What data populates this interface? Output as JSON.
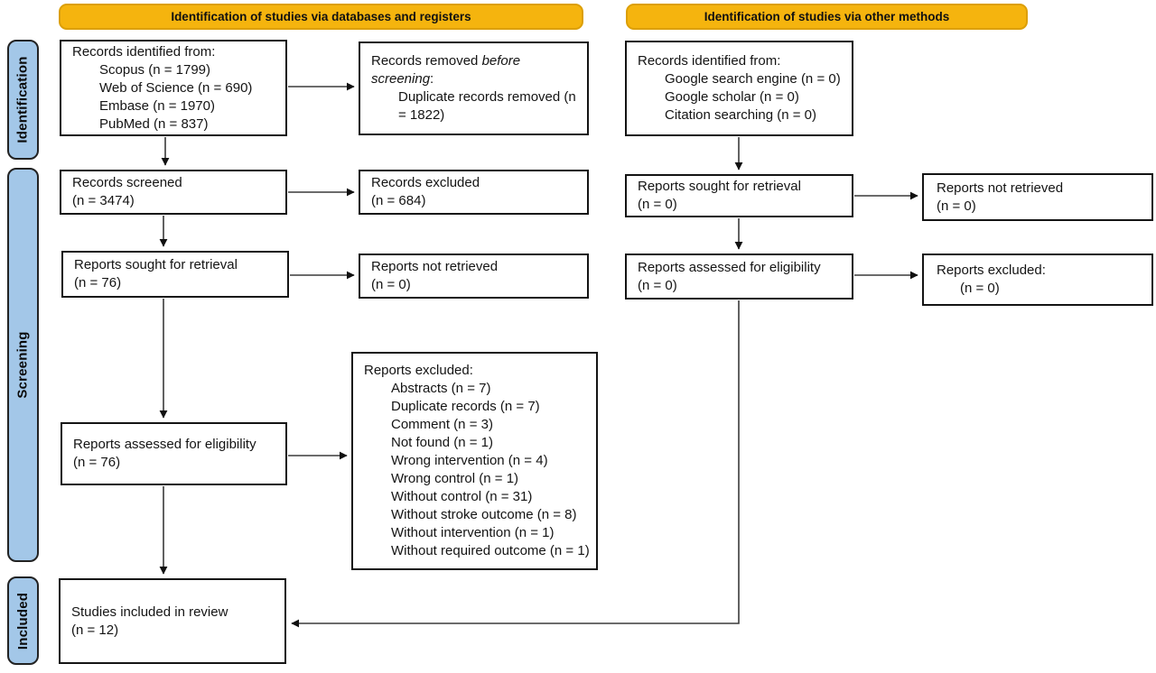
{
  "headers": {
    "databases": "Identification of studies via databases and registers",
    "other": "Identification of studies via other methods"
  },
  "sidebar": {
    "identification": "Identification",
    "screening": "Screening",
    "included": "Included"
  },
  "colors": {
    "header_bg": "#F5B40E",
    "header_border": "#DC9F07",
    "sidebar_bg": "#A3C7E8",
    "box_border": "#141414",
    "arrow": "#3a3a3a"
  },
  "boxes": {
    "db_identified": {
      "title": "Records identified from:",
      "items": [
        "Scopus (n = 1799)",
        "Web of Science (n = 690)",
        "Embase (n = 1970)",
        "PubMed (n = 837)"
      ]
    },
    "db_removed": {
      "pre": "Records removed ",
      "italic": "before screening",
      "post": ":",
      "items": [
        "Duplicate records removed (n = 1822)"
      ]
    },
    "db_screened": {
      "line1": "Records screened",
      "line2": "(n = 3474)"
    },
    "db_excluded": {
      "line1": "Records excluded",
      "line2": "(n = 684)"
    },
    "db_sought": {
      "line1": "Reports sought for retrieval",
      "line2": "(n = 76)"
    },
    "db_not_retrieved": {
      "line1": "Reports not retrieved",
      "line2": "(n = 0)"
    },
    "db_assessed": {
      "line1": "Reports assessed for eligibility",
      "line2": "(n = 76)"
    },
    "db_excluded_reasons": {
      "title": "Reports excluded:",
      "items": [
        "Abstracts (n = 7)",
        "Duplicate records (n = 7)",
        "Comment (n = 3)",
        "Not found (n = 1)",
        "Wrong intervention (n = 4)",
        "Wrong control (n = 1)",
        "Without control (n = 31)",
        "Without stroke outcome (n = 8)",
        "Without intervention (n = 1)",
        "Without required outcome (n = 1)"
      ]
    },
    "included": {
      "line1": "Studies included in review",
      "line2": "(n = 12)"
    },
    "other_identified": {
      "title": "Records identified from:",
      "items": [
        "Google search engine (n = 0)",
        "Google scholar (n = 0)",
        "Citation searching (n = 0)"
      ]
    },
    "other_sought": {
      "line1": "Reports sought for retrieval",
      "line2": "(n = 0)"
    },
    "other_not_retrieved": {
      "line1": "Reports not retrieved",
      "line2": "(n = 0)"
    },
    "other_assessed": {
      "line1": "Reports assessed for eligibility",
      "line2": "(n = 0)"
    },
    "other_excluded": {
      "line1": "Reports excluded:",
      "line2": "(n = 0)"
    }
  }
}
